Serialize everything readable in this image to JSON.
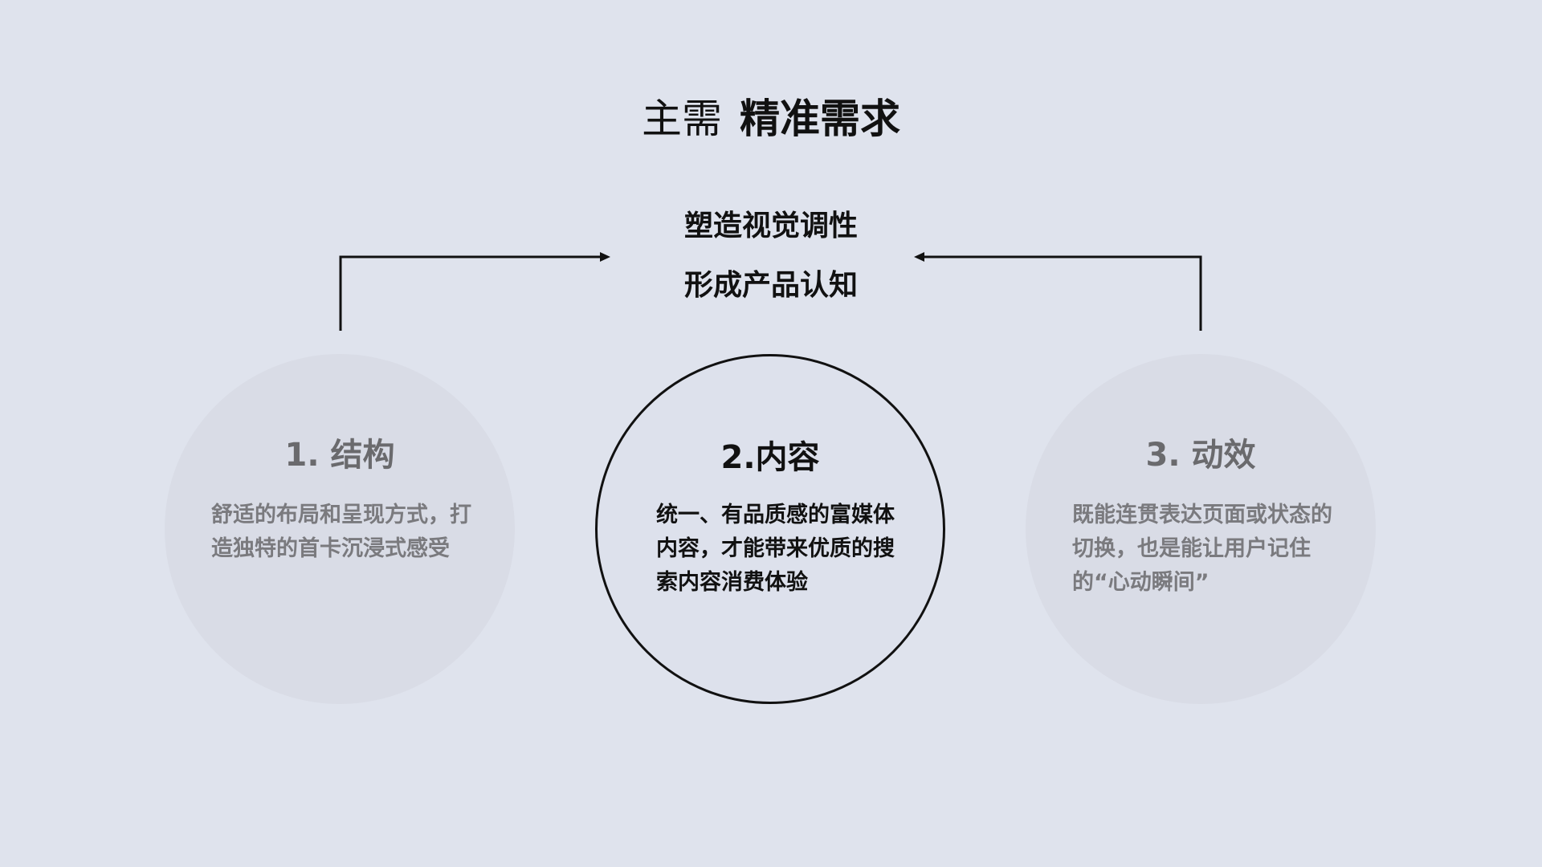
{
  "header": {
    "title_prefix": "主需",
    "title_main": "精准需求"
  },
  "goal": {
    "line1": "塑造视觉调性",
    "line2": "形成产品认知"
  },
  "nodes": [
    {
      "title": "1. 结构",
      "description": "舒适的布局和呈现方式，打造独特的首卡沉浸式感受",
      "highlighted": false
    },
    {
      "title": "2.内容",
      "description": "统一、有品质感的富媒体内容，才能带来优质的搜索内容消费体验",
      "highlighted": true
    },
    {
      "title": "3. 动效",
      "description": "既能连贯表达页面或状态的切换，也是能让用户记住的“心动瞬间”",
      "highlighted": false
    }
  ],
  "colors": {
    "background": "#dfe3ed",
    "side_circle_fill": "#d9dce6",
    "center_circle_stroke": "#111111",
    "side_text": "#7a7a7e",
    "primary_text": "#111111"
  }
}
